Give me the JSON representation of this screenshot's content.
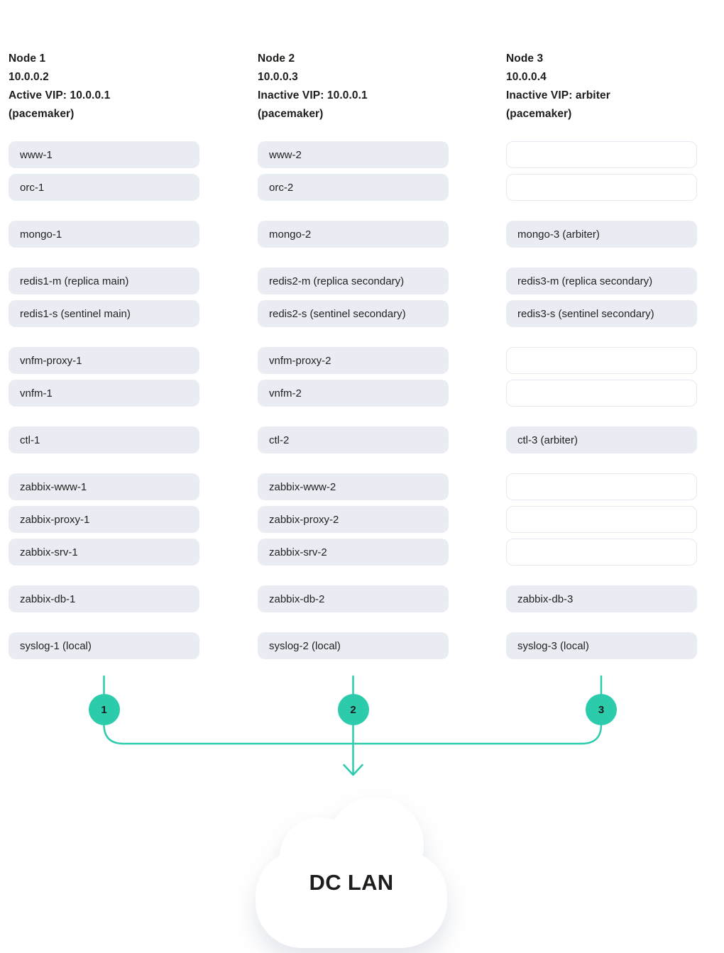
{
  "colors": {
    "accent": "#2bcbab",
    "box_fill": "#e9edf3",
    "empty_box_border": "#e4e9f2",
    "text": "#222222",
    "header_text": "#1d1d1b",
    "circle_number": "#1c1c1c",
    "cloud_fill": "#ffffff"
  },
  "nodes": [
    {
      "title": "Node 1",
      "ip": "10.0.0.2",
      "vip": "Active VIP: 10.0.0.1",
      "cluster": "(pacemaker)",
      "connector_label": "1",
      "groups": [
        [
          {
            "label": "www-1"
          },
          {
            "label": "orc-1"
          }
        ],
        [
          {
            "label": "mongo-1"
          }
        ],
        [
          {
            "label": "redis1-m (replica main)"
          },
          {
            "label": "redis1-s (sentinel main)"
          }
        ],
        [
          {
            "label": "vnfm-proxy-1"
          },
          {
            "label": "vnfm-1"
          }
        ],
        [
          {
            "label": "ctl-1"
          }
        ],
        [
          {
            "label": "zabbix-www-1"
          },
          {
            "label": "zabbix-proxy-1"
          },
          {
            "label": "zabbix-srv-1"
          }
        ],
        [
          {
            "label": "zabbix-db-1"
          }
        ],
        [
          {
            "label": "syslog-1 (local)"
          }
        ]
      ]
    },
    {
      "title": "Node 2",
      "ip": "10.0.0.3",
      "vip": "Inactive VIP: 10.0.0.1",
      "cluster": "(pacemaker)",
      "connector_label": "2",
      "groups": [
        [
          {
            "label": "www-2"
          },
          {
            "label": "orc-2"
          }
        ],
        [
          {
            "label": "mongo-2"
          }
        ],
        [
          {
            "label": "redis2-m (replica secondary)"
          },
          {
            "label": "redis2-s (sentinel secondary)"
          }
        ],
        [
          {
            "label": "vnfm-proxy-2"
          },
          {
            "label": "vnfm-2"
          }
        ],
        [
          {
            "label": "ctl-2"
          }
        ],
        [
          {
            "label": "zabbix-www-2"
          },
          {
            "label": "zabbix-proxy-2"
          },
          {
            "label": "zabbix-srv-2"
          }
        ],
        [
          {
            "label": "zabbix-db-2"
          }
        ],
        [
          {
            "label": "syslog-2 (local)"
          }
        ]
      ]
    },
    {
      "title": "Node 3",
      "ip": "10.0.0.4",
      "vip": "Inactive VIP: arbiter",
      "cluster": "(pacemaker)",
      "connector_label": "3",
      "groups": [
        [
          {
            "label": "",
            "empty": true
          },
          {
            "label": "",
            "empty": true
          }
        ],
        [
          {
            "label": "mongo-3 (arbiter)"
          }
        ],
        [
          {
            "label": "redis3-m (replica secondary)"
          },
          {
            "label": "redis3-s (sentinel secondary)"
          }
        ],
        [
          {
            "label": "",
            "empty": true
          },
          {
            "label": "",
            "empty": true
          }
        ],
        [
          {
            "label": "ctl-3 (arbiter)"
          }
        ],
        [
          {
            "label": "",
            "empty": true
          },
          {
            "label": "",
            "empty": true
          },
          {
            "label": "",
            "empty": true
          }
        ],
        [
          {
            "label": "zabbix-db-3"
          }
        ],
        [
          {
            "label": "syslog-3 (local)"
          }
        ]
      ]
    }
  ],
  "cloud": {
    "label": "DC LAN"
  }
}
